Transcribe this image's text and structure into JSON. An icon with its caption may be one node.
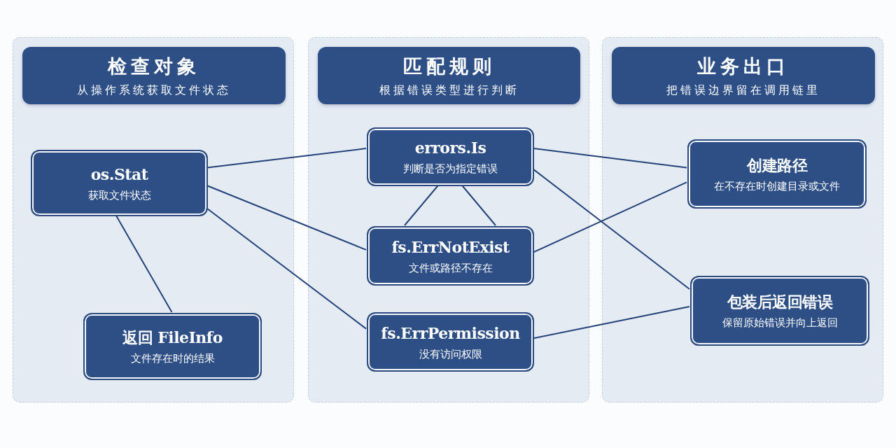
{
  "diagram": {
    "nodes": [
      {
        "text": [],
        "shape": "box"
      },
      {
        "text": [
          "检查对象",
          "从操作系统获取文件状态"
        ],
        "in": 0
      },
      {
        "text": [
          "os.Stat",
          "获取文件状态"
        ],
        "in": 0
      },
      {
        "text": [
          "返回 FileInfo",
          "文件存在时的结果"
        ],
        "in": 0
      },
      {
        "text": [],
        "shape": "box"
      },
      {
        "text": [
          "匹配规则",
          "根据错误类型进行判断"
        ],
        "in": 4
      },
      {
        "text": [
          "errors.Is",
          "判断是否为指定错误"
        ],
        "in": 4
      },
      {
        "text": [
          "fs.ErrNotExist",
          "文件或路径不存在"
        ],
        "in": 4
      },
      {
        "text": [
          "fs.ErrPermission",
          "没有访问权限"
        ],
        "in": 4
      },
      {
        "text": [],
        "shape": "box"
      },
      {
        "text": [
          "业务出口",
          "把错误边界留在调用链里"
        ],
        "in": 9
      },
      {
        "text": [
          "创建路径",
          "在不存在时创建目录或文件"
        ],
        "in": 9
      },
      {
        "text": [
          "包装后返回错误",
          "保留原始错误并向上返回"
        ],
        "in": 9
      }
    ],
    "edges": [
      {
        "from": 2,
        "to": 6,
        "arrow": "none"
      },
      {
        "from": 2,
        "to": 7,
        "arrow": "none"
      },
      {
        "from": 2,
        "to": 8,
        "arrow": "none"
      },
      {
        "from": 2,
        "to": 3,
        "arrow": "none"
      },
      {
        "from": 6,
        "to": 7,
        "arrow": "none"
      },
      {
        "from": 6,
        "to": 7,
        "arrow": "none"
      },
      {
        "from": 6,
        "to": 11,
        "arrow": "none"
      },
      {
        "from": 6,
        "to": 12,
        "arrow": "none"
      },
      {
        "from": 7,
        "to": 11,
        "arrow": "none"
      },
      {
        "from": 8,
        "to": 12,
        "arrow": "none"
      }
    ]
  }
}
